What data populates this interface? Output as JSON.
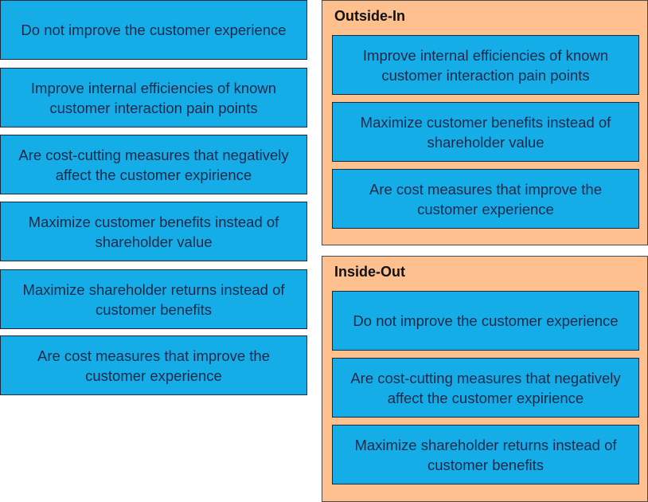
{
  "source_items": [
    "Do not improve the customer experience",
    "Improve internal efficiencies of known customer interaction pain points",
    "Are cost-cutting measures that negatively affect the customer expirience",
    "Maximize customer benefits instead of shareholder value",
    "Maximize shareholder returns instead of customer benefits",
    "Are cost measures that improve the customer experience"
  ],
  "targets": [
    {
      "title": "Outside-In",
      "items": [
        "Improve internal efficiencies of known customer interaction pain points",
        "Maximize customer benefits instead of shareholder value",
        "Are cost measures that improve the customer experience"
      ]
    },
    {
      "title": "Inside-Out",
      "items": [
        "Do not improve the customer experience",
        "Are cost-cutting measures that negatively affect the customer expirience",
        "Maximize shareholder returns instead of customer benefits"
      ]
    }
  ]
}
